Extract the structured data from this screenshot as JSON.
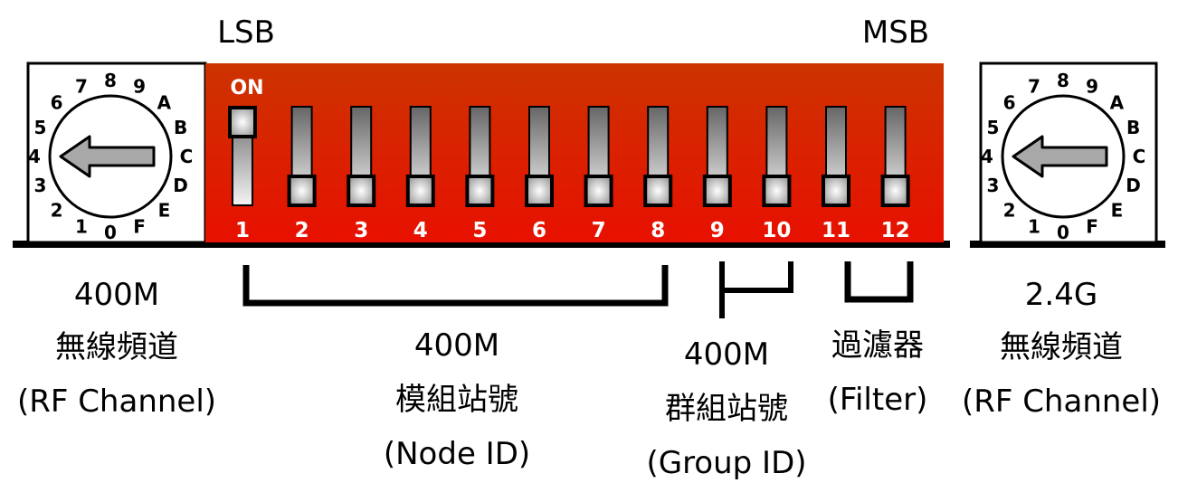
{
  "header": {
    "lsb": "LSB",
    "msb": "MSB"
  },
  "dip_switch": {
    "on_label": "ON",
    "switches": [
      {
        "number": "1",
        "on": true
      },
      {
        "number": "2",
        "on": false
      },
      {
        "number": "3",
        "on": false
      },
      {
        "number": "4",
        "on": false
      },
      {
        "number": "5",
        "on": false
      },
      {
        "number": "6",
        "on": false
      },
      {
        "number": "7",
        "on": false
      },
      {
        "number": "8",
        "on": false
      },
      {
        "number": "9",
        "on": false
      },
      {
        "number": "10",
        "on": false
      },
      {
        "number": "11",
        "on": false
      },
      {
        "number": "12",
        "on": false
      }
    ],
    "body_color": "#cc2200"
  },
  "rotary_dials": {
    "positions": [
      "0",
      "1",
      "2",
      "3",
      "4",
      "5",
      "6",
      "7",
      "8",
      "9",
      "A",
      "B",
      "C",
      "D",
      "E",
      "F"
    ],
    "left_pointer": "4",
    "right_pointer": "4"
  },
  "labels": {
    "left_dial": {
      "line1": "400M",
      "line2": "無線頻道",
      "line3": "(RF Channel)"
    },
    "node_id": {
      "line1": "400M",
      "line2": "模組站號",
      "line3": "(Node ID)"
    },
    "group_id": {
      "line1": "400M",
      "line2": "群組站號",
      "line3": "(Group ID)"
    },
    "filter": {
      "line1": "過濾器",
      "line2": "(Filter)"
    },
    "right_dial": {
      "line1": "2.4G",
      "line2": "無線頻道",
      "line3": "(RF Channel)"
    }
  }
}
